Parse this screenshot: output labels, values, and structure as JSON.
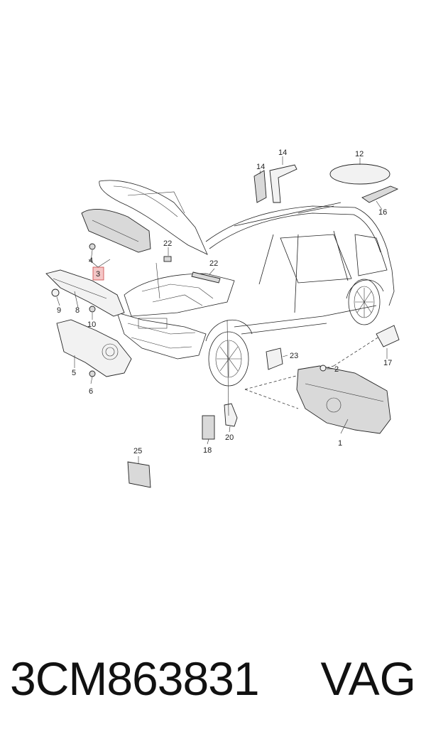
{
  "diagram": {
    "callouts": [
      "1",
      "2",
      "3",
      "4",
      "5",
      "6",
      "8",
      "9",
      "10",
      "12",
      "14",
      "14",
      "16",
      "17",
      "18",
      "20",
      "22",
      "22",
      "23",
      "25"
    ],
    "highlight_color": "#f4c6c6"
  },
  "caption": {
    "part_number": "3CM863831",
    "brand": "VAG"
  }
}
